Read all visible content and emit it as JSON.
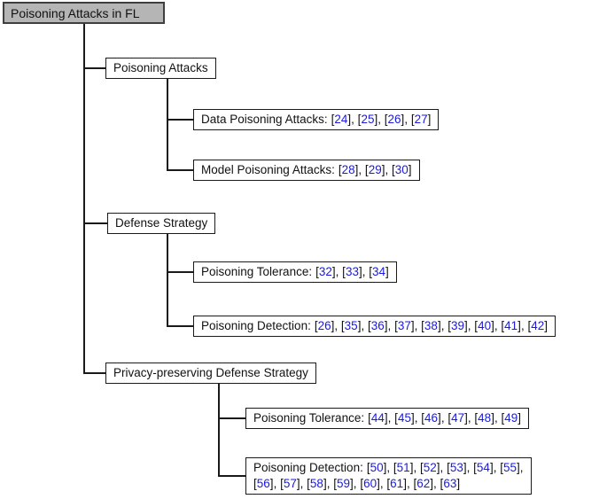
{
  "colors": {
    "reference_blue": "#1a1ae0",
    "box_border": "#1a1a1a",
    "root_fill": "#b5b5b5",
    "root_border": "#3f3f3f",
    "connector": "#1a1a1a",
    "text": "#111111",
    "background": "#ffffff"
  },
  "root": {
    "label": "Poisoning Attacks in FL"
  },
  "tree": {
    "branches": [
      {
        "label": "Poisoning Attacks",
        "children": [
          {
            "label": "Data Poisoning Attacks:",
            "refs": [
              "24",
              "25",
              "26",
              "27"
            ]
          },
          {
            "label": "Model Poisoning Attacks:",
            "refs": [
              "28",
              "29",
              "30"
            ]
          }
        ]
      },
      {
        "label": "Defense Strategy",
        "children": [
          {
            "label": "Poisoning Tolerance:",
            "refs": [
              "32",
              "33",
              "34"
            ]
          },
          {
            "label": "Poisoning Detection:",
            "refs": [
              "26",
              "35",
              "36",
              "37",
              "38",
              "39",
              "40",
              "41",
              "42"
            ]
          }
        ]
      },
      {
        "label": "Privacy-preserving Defense Strategy",
        "children": [
          {
            "label": "Poisoning Tolerance:",
            "refs": [
              "44",
              "45",
              "46",
              "47",
              "48",
              "49"
            ]
          },
          {
            "label": "Poisoning Detection:",
            "refs": [
              "50",
              "51",
              "52",
              "53",
              "54",
              "55",
              "56",
              "57",
              "58",
              "59",
              "60",
              "61",
              "62",
              "63"
            ],
            "break_after": "55"
          }
        ]
      }
    ]
  }
}
